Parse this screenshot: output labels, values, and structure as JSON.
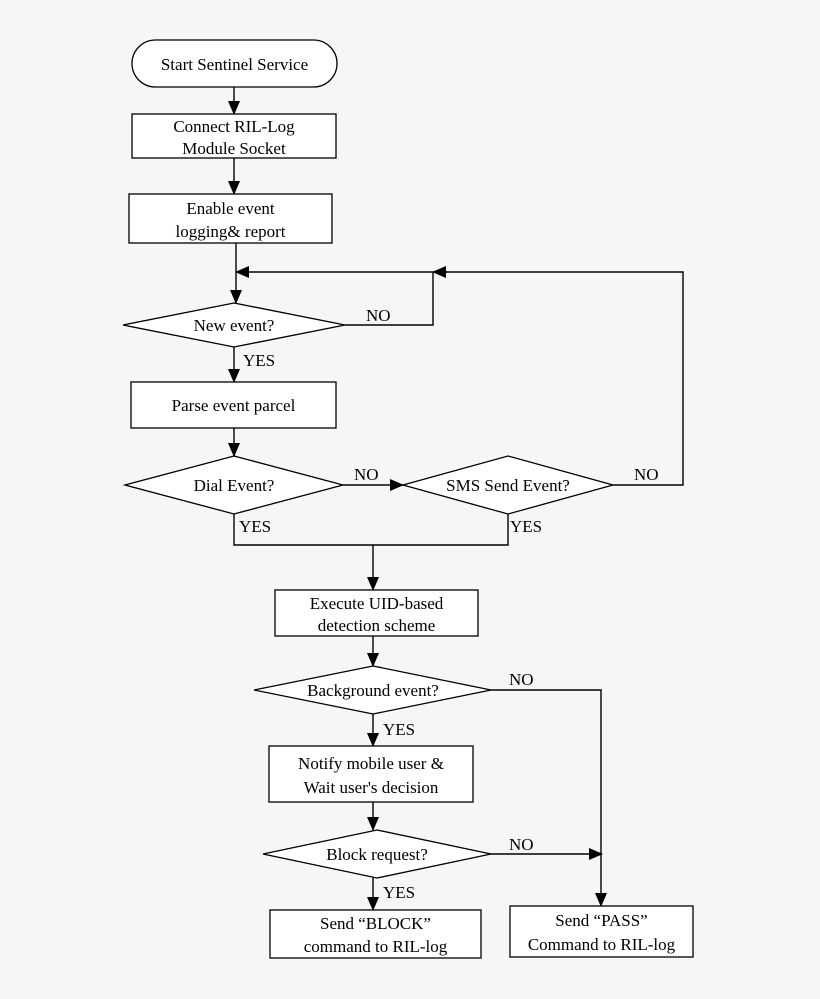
{
  "flowchart": {
    "start": "Start Sentinel Service",
    "connect": [
      "Connect RIL-Log",
      "Module Socket"
    ],
    "enable": [
      "Enable event",
      "logging& report"
    ],
    "new_event": "New event?",
    "parse": "Parse event parcel",
    "dial_event": "Dial Event?",
    "sms_event": "SMS Send Event?",
    "execute": [
      "Execute UID-based",
      "detection scheme"
    ],
    "background": "Background event?",
    "notify": [
      "Notify mobile user &",
      "Wait user's decision"
    ],
    "block_request": "Block request?",
    "send_block": [
      "Send “BLOCK”",
      "command to RIL-log"
    ],
    "send_pass": [
      "Send “PASS”",
      "Command to RIL-log"
    ]
  },
  "labels": {
    "yes": "YES",
    "no": "NO"
  },
  "colors": {
    "background": "#f6f6f6",
    "box_fill": "#ffffff",
    "line": "#000000"
  }
}
